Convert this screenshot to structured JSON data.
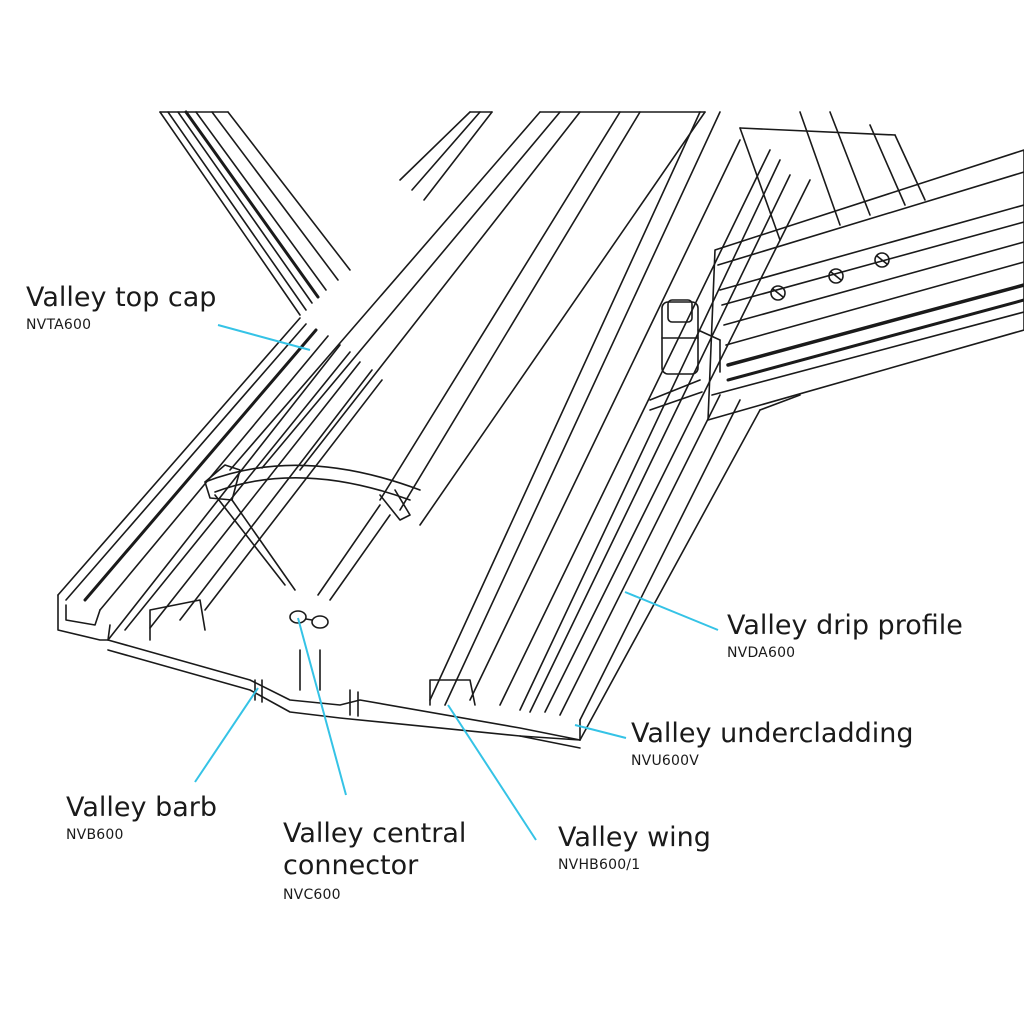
{
  "colors": {
    "leader_line": "#35c3e6",
    "outline": "#1a1a1a",
    "background": "#ffffff"
  },
  "labels": {
    "top_cap": {
      "name": "Valley top cap",
      "code": "NVTA600"
    },
    "drip_profile": {
      "name": "Valley drip profile",
      "code": "NVDA600"
    },
    "undercladding": {
      "name": "Valley undercladding",
      "code": "NVU600V"
    },
    "barb": {
      "name": "Valley barb",
      "code": "NVB600"
    },
    "central_connector": {
      "name_line1": "Valley central",
      "name_line2": "connector",
      "code": "NVC600"
    },
    "wing": {
      "name": "Valley wing",
      "code": "NVHB600/1"
    }
  }
}
